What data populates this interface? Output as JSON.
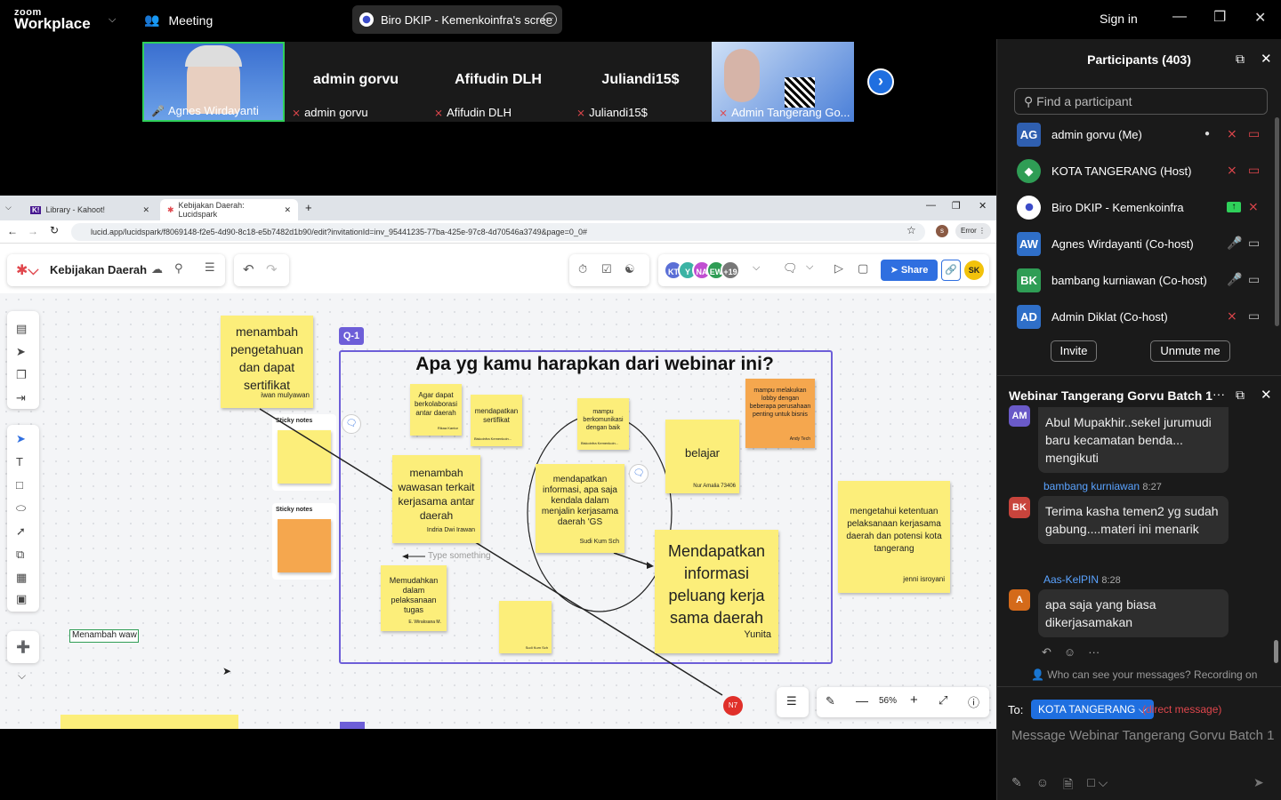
{
  "topbar": {
    "logo_top": "zoom",
    "logo_bottom": "Workplace",
    "meeting": "Meeting",
    "share_label": "Biro DKIP - Kemenkoinfra's scree",
    "sign_in": "Sign in"
  },
  "videos": [
    {
      "name": "Agnes Wirdayanti",
      "big": ""
    },
    {
      "name": "admin gorvu",
      "big": "admin gorvu"
    },
    {
      "name": "Afifudin DLH",
      "big": "Afifudin DLH"
    },
    {
      "name": "Juliandi15$",
      "big": "Juliandi15$"
    },
    {
      "name": "Admin Tangerang Go...",
      "big": ""
    }
  ],
  "browser": {
    "tab1": "Library - Kahoot!",
    "tab2": "Kebijakan Daerah: Lucidspark",
    "url": "lucid.app/lucidspark/f8069148-f2e5-4d90-8c18-e5b7482d1b90/edit?invitationId=inv_95441235-77ba-425e-97c8-4d70546a3749&page=0_0#",
    "error": "Error",
    "doc_title": "Kebijakan Daerah",
    "avatars": [
      "KT",
      "Y",
      "NA",
      "EW",
      "+19"
    ],
    "avatar_colors": [
      "#5a6fd6",
      "#3bb3a4",
      "#c04fd1",
      "#2f9d55",
      "#777777"
    ],
    "share": "Share",
    "user_initials": "SK",
    "zoom": "56%",
    "n7": "N7"
  },
  "canvas": {
    "frame_tag": "Q-1",
    "frame_title": "Apa yg kamu harapkan dari webinar ini?",
    "sticky_label": "Sticky notes",
    "type_something": "Type something",
    "menambah_waw": "Menambah waw",
    "notes": {
      "n_left": "menambah pengetahuan dan dapat sertifikat",
      "n_left_author": "iwan mulyawan",
      "n1": "Agar dapat berkolaborasi antar daerah",
      "n1_author": "Rikaa Kantor",
      "n2": "mendapatkan sertifikat",
      "n2_author": "Biskoinfra Kemenkoin...",
      "n3": "mampu berkomunikasi dengan baik",
      "n3_author": "Biskoinfra Kemenkoin...",
      "n4": "mampu melakukan lobby dengan beberapa perusahaan penting untuk bisnis",
      "n4_author": "Andy Tech",
      "n5": "menambah wawasan terkait kerjasama antar daerah",
      "n5_author": "Indria Dwi Irawan",
      "n6": "mendapatkan informasi, apa saja kendala dalam menjalin kerjasama daerah 'GS",
      "n6_author": "Sudi Kum Sch",
      "n7": "belajar",
      "n7_author": "Nur Amalia 73406",
      "n8": "Memudahkan dalam pelaksanaan tugas",
      "n8_author": "E. Wiraksana M.",
      "n9_author": "Sudi Kum Sch",
      "n10": "Mendapatkan informasi peluang kerja sama daerah",
      "n10_author": "Yunita",
      "n11": "mengetahui ketentuan pelaksanaan kerjasama daerah dan potensi kota tangerang",
      "n11_author": "jenni isroyani"
    }
  },
  "participants": {
    "title": "Participants (403)",
    "search_placeholder": "Find a participant",
    "list": [
      {
        "initials": "AG",
        "name": "admin gorvu (Me)",
        "color": "#2f5fb0"
      },
      {
        "initials": "",
        "name": "KOTA TANGERANG (Host)",
        "color": "#2f9d55"
      },
      {
        "initials": "",
        "name": "Biro DKIP - Kemenkoinfra",
        "color": "#ffffff"
      },
      {
        "initials": "AW",
        "name": "Agnes Wirdayanti (Co-host)",
        "color": "#2f6fc8"
      },
      {
        "initials": "BK",
        "name": "bambang kurniawan (Co-host)",
        "color": "#2f9d55"
      },
      {
        "initials": "AD",
        "name": "Admin Diklat (Co-host)",
        "color": "#2f6fc8"
      }
    ],
    "invite": "Invite",
    "unmute": "Unmute me"
  },
  "chat": {
    "title": "Webinar Tangerang Gorvu Batch 1",
    "msg0_avatar": "AM",
    "msg0_text": "Abul Mupakhir..sekel jurumudi baru kecamatan benda... mengikuti",
    "msg1_sender": "bambang kurniawan",
    "msg1_time": "8:27",
    "msg1_avatar": "BK",
    "msg1_text": "Terima kasha temen2 yg sudah gabung....materi ini menarik",
    "msg2_sender": "Aas-KelPIN",
    "msg2_time": "8:28",
    "msg2_avatar": "A",
    "msg2_text": "apa saja yang biasa dikerjasamakan",
    "notice": "Who can see your messages? Recording on",
    "to_label": "To:",
    "to_value": "KOTA TANGERANG",
    "direct": "(direct message)",
    "placeholder": "Message Webinar Tangerang Gorvu Batch 1"
  }
}
